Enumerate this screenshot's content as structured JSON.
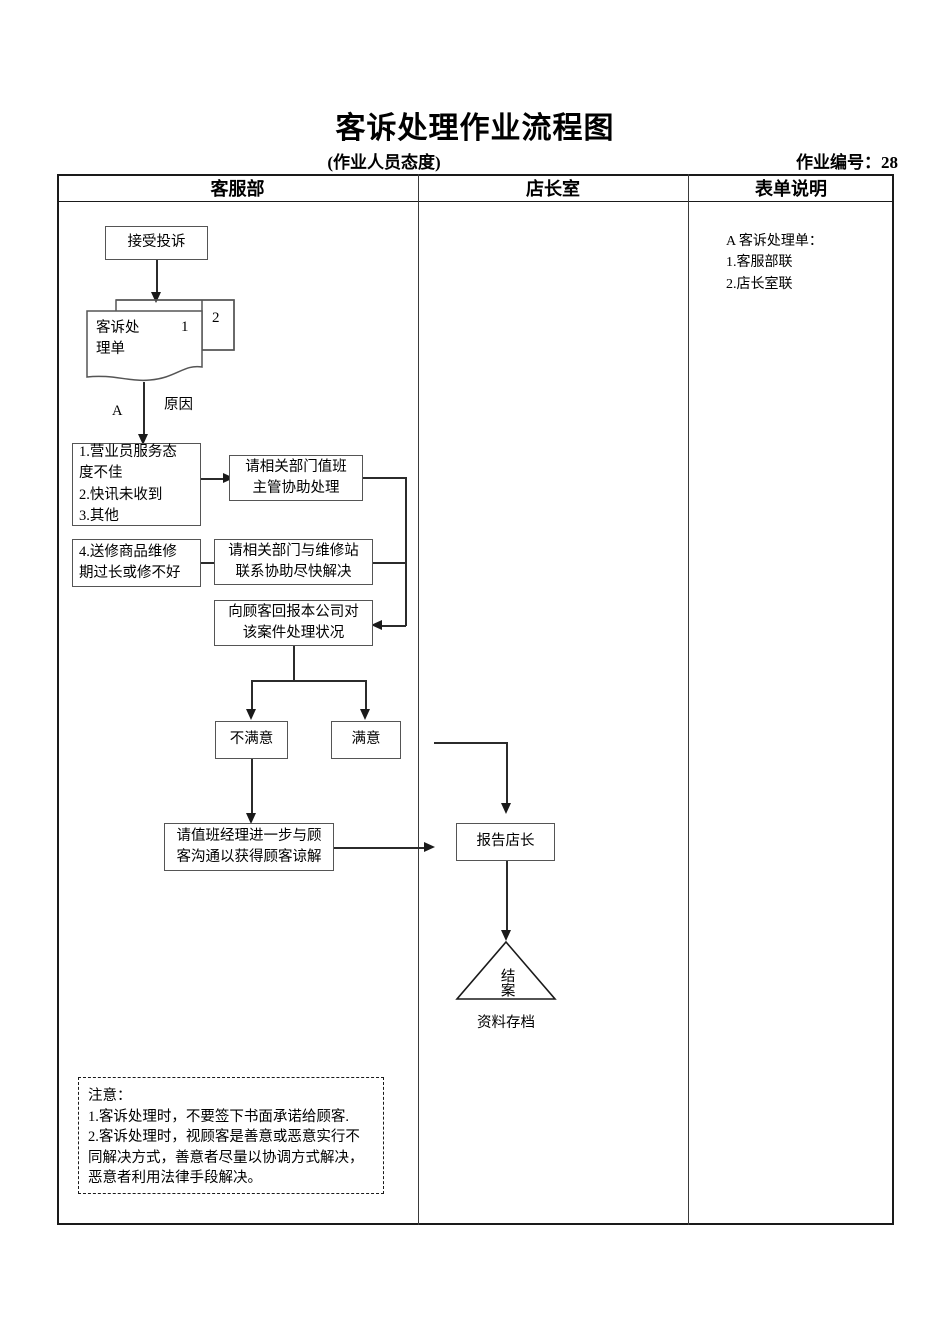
{
  "document": {
    "title": "客诉处理作业流程图",
    "subtitle": "(作业人员态度)",
    "job_number": "作业编号：28"
  },
  "columns": [
    {
      "label": "客服部"
    },
    {
      "label": "店长室"
    },
    {
      "label": "表单说明"
    }
  ],
  "flow": {
    "receive_complaint": "接受投诉",
    "form_doc": {
      "text": "客诉处\n理单",
      "copy_front": "1",
      "copy_back": "2"
    },
    "branch_label_a": "A",
    "branch_label_reason": "原因",
    "reasons_1_3": "1.营业员服务态\n度不佳\n2.快讯未收到\n3.其他",
    "reason_4": "4.送修商品维修\n期过长或修不好",
    "action_duty_supervisor": "请相关部门值班\n主管协助处理",
    "action_repair_station": "请相关部门与维修站\n联系协助尽快解决",
    "report_to_customer": "向顾客回报本公司对\n该案件处理状况",
    "dissatisfied": "不满意",
    "satisfied": "满意",
    "escalate_manager": "请值班经理进一步与顾\n客沟通以获得顾客谅解",
    "report_store_manager": "报告店长",
    "terminator": "结案",
    "terminator_caption": "资料存档"
  },
  "form_description": "A 客诉处理单：\n1.客服部联\n2.店长室联",
  "notes": "注意：\n1.客诉处理时，不要签下书面承诺给顾客.\n2.客诉处理时，视顾客是善意或恶意实行不\n同解决方式，善意者尽量以协调方式解决，\n恶意者利用法律手段解决。",
  "colors": {
    "border": "#555555",
    "frame": "#1a1a1a",
    "line": "#2b2b2b",
    "background": "#ffffff"
  }
}
